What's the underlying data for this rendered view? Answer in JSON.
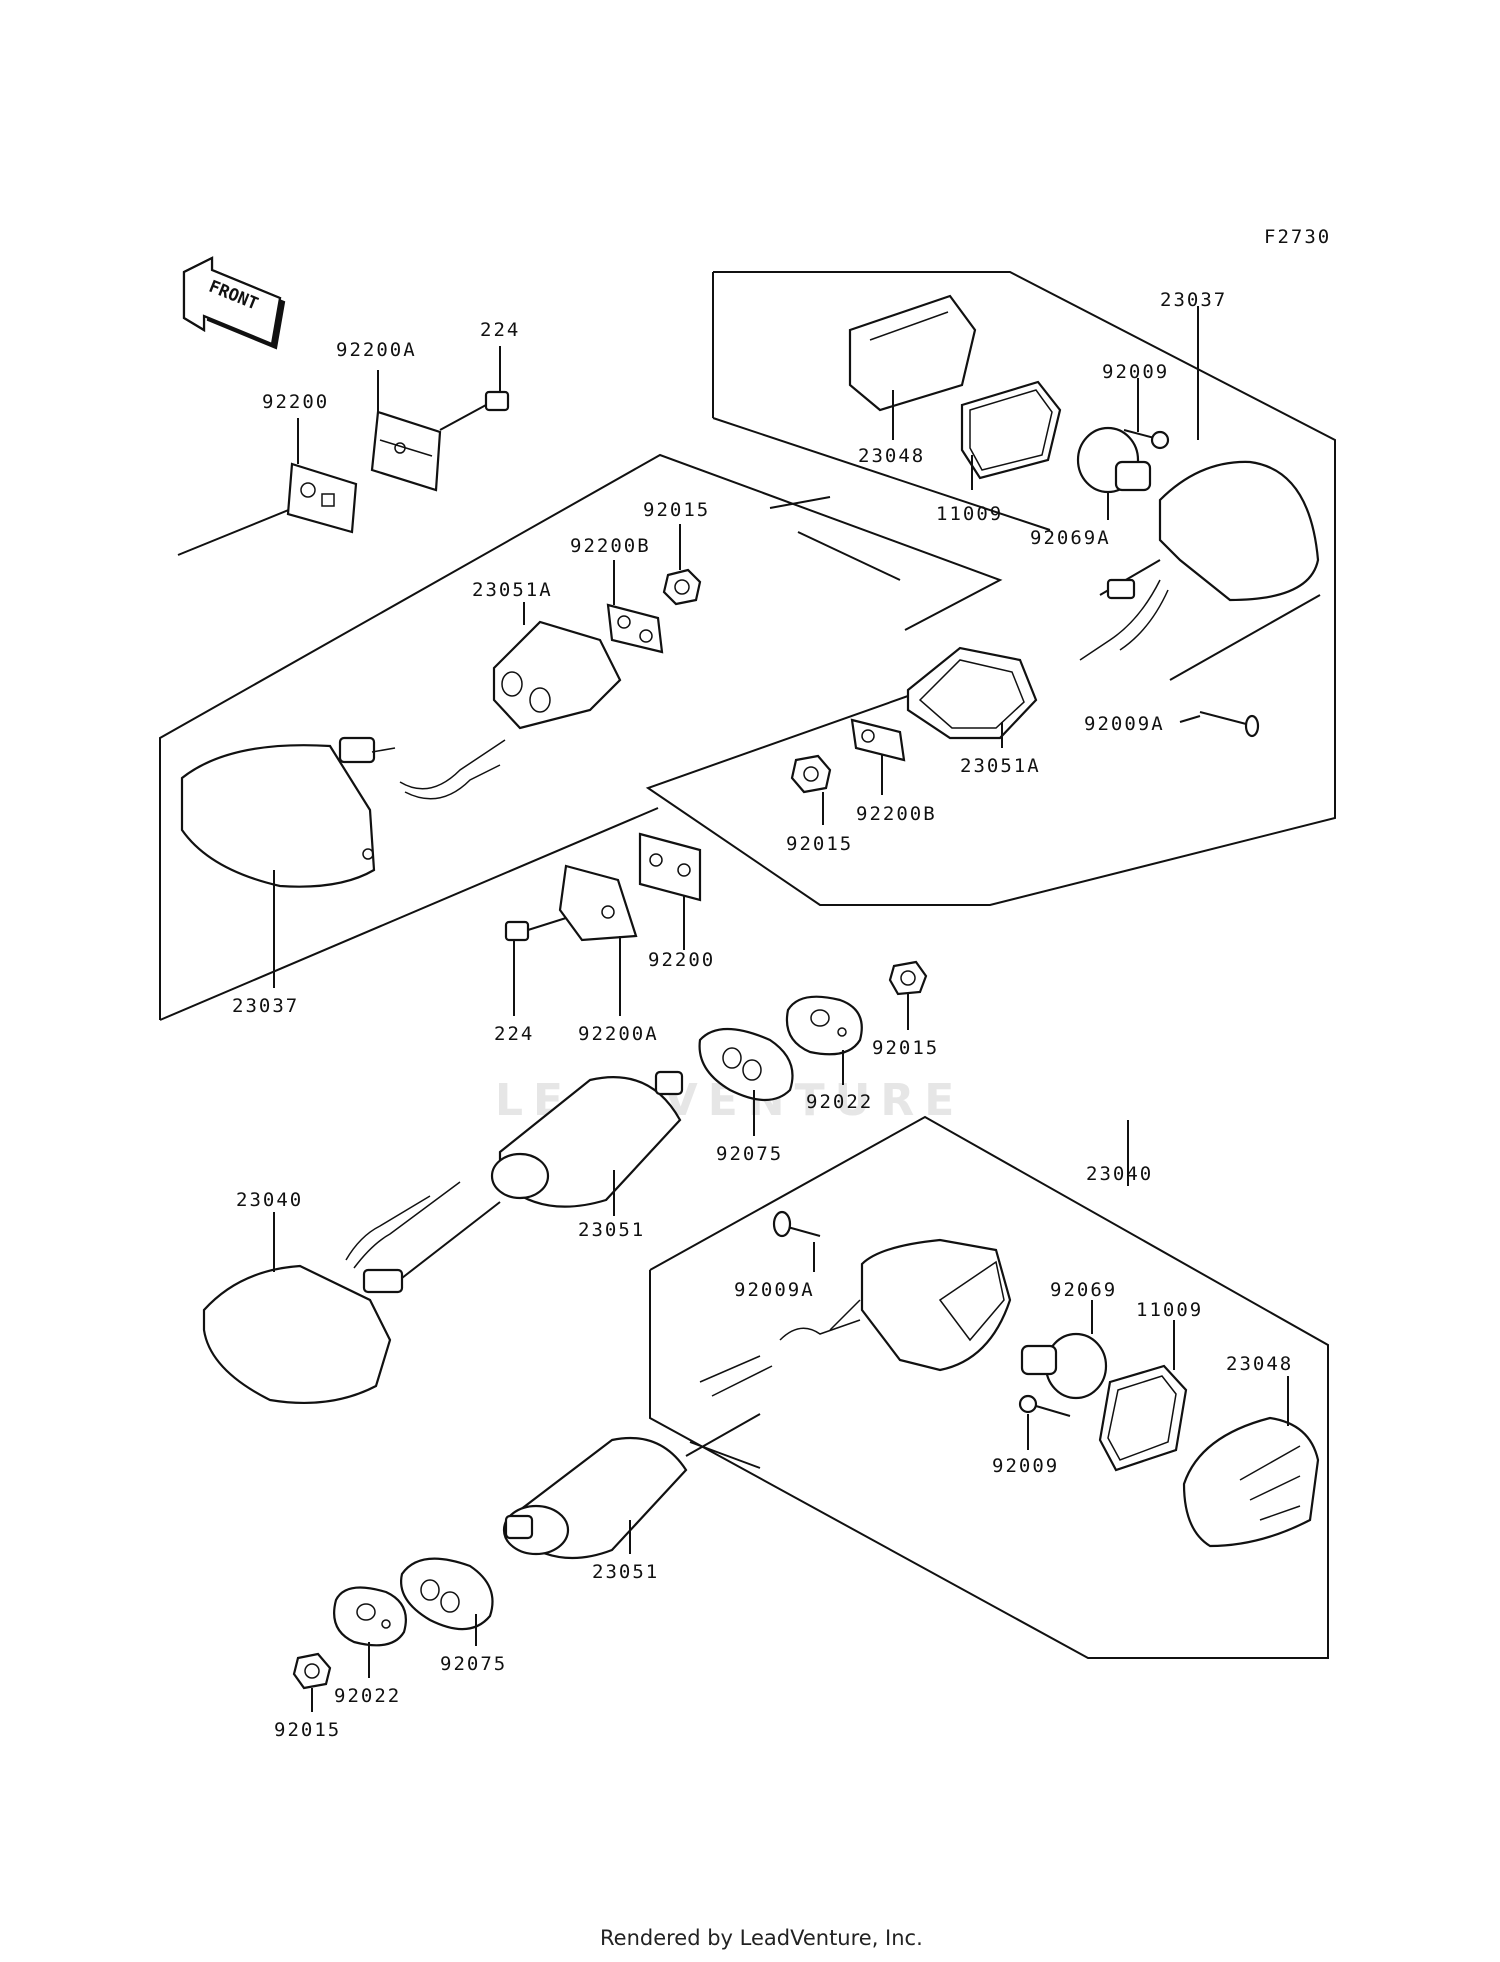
{
  "figure_code": "F2730",
  "front_arrow_text": "FRONT",
  "watermark": "LEADVENTURE",
  "footer": "Rendered by LeadVenture, Inc.",
  "callouts": [
    "92200A",
    "224",
    "92200",
    "23037",
    "23048",
    "92009",
    "11009",
    "92069A",
    "92015",
    "92200B",
    "23051A",
    "23051A",
    "92009A",
    "92015",
    "92200B",
    "92200",
    "23037",
    "224",
    "92200A",
    "92015",
    "92022",
    "92075",
    "23040",
    "23051",
    "23040",
    "92009A",
    "92069",
    "11009",
    "23048",
    "92009",
    "23051",
    "92075",
    "92022",
    "92015"
  ]
}
